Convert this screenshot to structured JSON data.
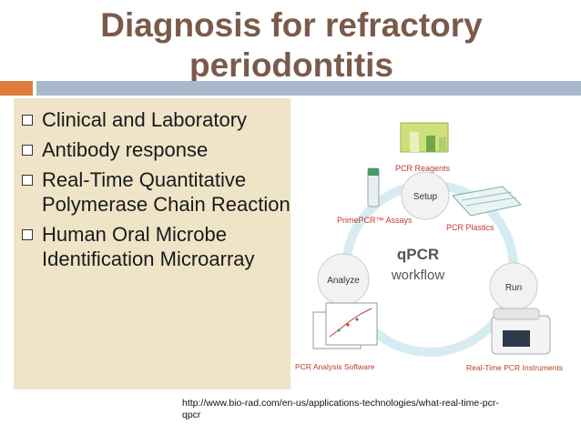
{
  "title_line1": "Diagnosis for refractory",
  "title_line2": "periodontitis",
  "bullets": [
    "Clinical and Laboratory",
    "Antibody response",
    "Real-Time Quantitative Polymerase Chain Reaction",
    "Human Oral Microbe Identification Microarray"
  ],
  "diagram": {
    "center_line1": "qPCR",
    "center_line2": "workflow",
    "steps": [
      "Setup",
      "Run",
      "Analyze"
    ],
    "labels": {
      "reagents": "PCR Reagents",
      "assays": "PrimePCR™ Assays",
      "plastics": "PCR Plastics",
      "software": "PCR Analysis Software",
      "instruments": "Real-Time PCR Instruments"
    }
  },
  "source_url_line1": "http://www.bio-rad.com/en-us/applications-technologies/what-real-time-pcr-",
  "source_url_line2": "qpcr",
  "colors": {
    "title": "#7a5a4a",
    "accent_orange": "#e07b3c",
    "accent_blue": "#a8b8cc",
    "panel": "#efe4c8",
    "diagram_label": "#c0392b",
    "ring": "#cfe6ee"
  }
}
